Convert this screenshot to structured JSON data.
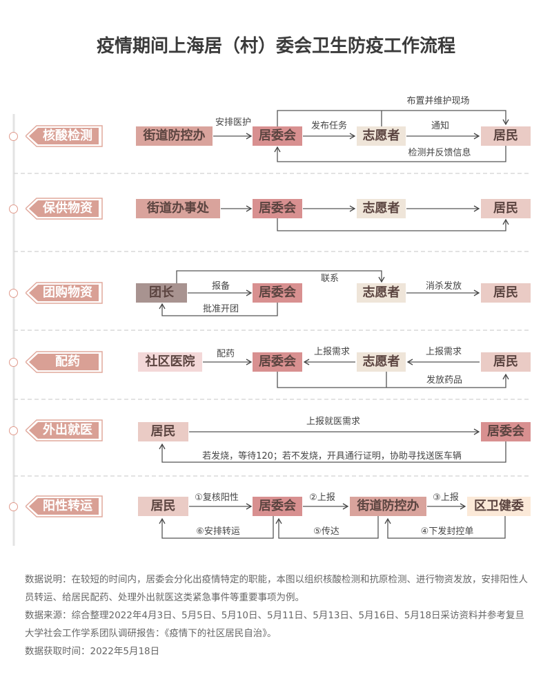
{
  "title": "疫情期间上海居（村）委会卫生防疫工作流程",
  "colors": {
    "tag": "#d9a095",
    "street": "#d9a39c",
    "jwh": "#d89090",
    "volunteer": "#efe5d9",
    "resident": "#eacbc5",
    "leader": "#a89390",
    "hospital": "#f3d8d8",
    "health_commission": "#fbe9d8"
  },
  "rows": [
    {
      "tag": "核酸检测",
      "nodes": [
        "街道防控办",
        "居委会",
        "志愿者",
        "居民"
      ],
      "edges": [
        "安排医护",
        "发布任务",
        "通知",
        "布置并维护现场",
        "检测并反馈信息"
      ]
    },
    {
      "tag": "保供物资",
      "nodes": [
        "街道办事处",
        "居委会",
        "志愿者",
        "居民"
      ],
      "edges": []
    },
    {
      "tag": "团购物资",
      "nodes": [
        "团长",
        "居委会",
        "志愿者",
        "居民"
      ],
      "edges": [
        "报备",
        "批准开团",
        "联系",
        "消杀发放"
      ]
    },
    {
      "tag": "配药",
      "nodes": [
        "社区医院",
        "居委会",
        "志愿者",
        "居民"
      ],
      "edges": [
        "配药",
        "上报需求",
        "上报需求",
        "发放药品"
      ]
    },
    {
      "tag": "外出就医",
      "nodes": [
        "居民",
        "居委会"
      ],
      "edges": [
        "上报就医需求",
        "若发烧，等待120；若不发烧，开具通行证明，协助寻找送医车辆"
      ]
    },
    {
      "tag": "阳性转运",
      "nodes": [
        "居民",
        "居委会",
        "街道防控办",
        "区卫健委"
      ],
      "edges": [
        "①复核阳性",
        "②上报",
        "③上报",
        "④下发封控单",
        "⑤传达",
        "⑥安排转运"
      ]
    }
  ],
  "footer": [
    "数据说明：在较短的时间内，居委会分化出疫情特定的职能，本图以组织核酸检测和抗原检测、进行物资发放，安排阳性人员转运、给居民配药、处理外出就医这类紧急事件等重要事项为例。",
    "数据来源：综合整理2022年4月3日、5月5日、5月10日、5月11日、5月13日、5月16日、5月18日采访资料并参考复旦大学社会工作学系团队调研报告：《疫情下的社区居民自治》。",
    "数据获取时间：2022年5月18日"
  ]
}
